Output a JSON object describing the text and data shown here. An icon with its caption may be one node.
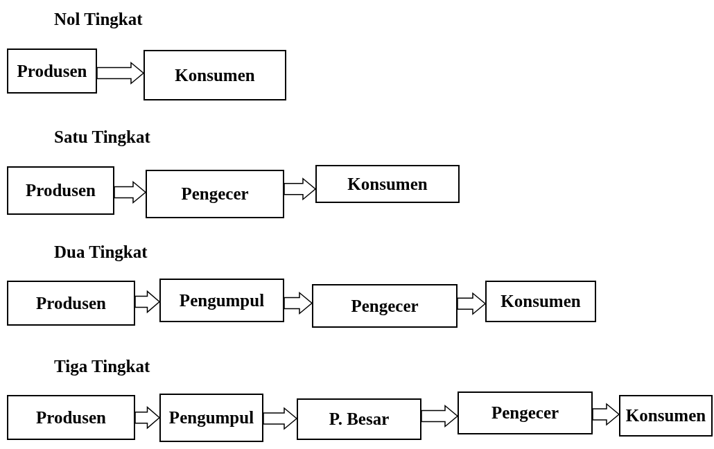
{
  "diagram": {
    "nodes": [
      {
        "text": [
          "Produsen"
        ]
      },
      {
        "text": [
          "Konsumen"
        ]
      },
      {
        "text": [
          "Produsen"
        ]
      },
      {
        "text": [
          "Pengecer"
        ]
      },
      {
        "text": [
          "Konsumen"
        ]
      },
      {
        "text": [
          "Produsen"
        ]
      },
      {
        "text": [
          "Pengumpul"
        ]
      },
      {
        "text": [
          "Pengecer"
        ]
      },
      {
        "text": [
          "Konsumen"
        ]
      },
      {
        "text": [
          "Produsen"
        ]
      },
      {
        "text": [
          "Pengumpul"
        ]
      },
      {
        "text": [
          "P. Besar"
        ]
      },
      {
        "text": [
          "Pengecer"
        ]
      },
      {
        "text": [
          "Konsumen"
        ]
      }
    ],
    "edges": [
      {
        "from": 0,
        "to": 1,
        "arrow": "to"
      },
      {
        "from": 2,
        "to": 3,
        "arrow": "to"
      },
      {
        "from": 3,
        "to": 4,
        "arrow": "to"
      },
      {
        "from": 5,
        "to": 6,
        "arrow": "to"
      },
      {
        "from": 6,
        "to": 7,
        "arrow": "to"
      },
      {
        "from": 7,
        "to": 8,
        "arrow": "to"
      },
      {
        "from": 9,
        "to": 10,
        "arrow": "to"
      },
      {
        "from": 10,
        "to": 11,
        "arrow": "to"
      },
      {
        "from": 11,
        "to": 12,
        "arrow": "to"
      },
      {
        "from": 12,
        "to": 13,
        "arrow": "to"
      }
    ],
    "labels": [
      "Nol Tingkat",
      "Satu Tingkat",
      "Dua Tingkat",
      "Tiga Tingkat"
    ]
  }
}
